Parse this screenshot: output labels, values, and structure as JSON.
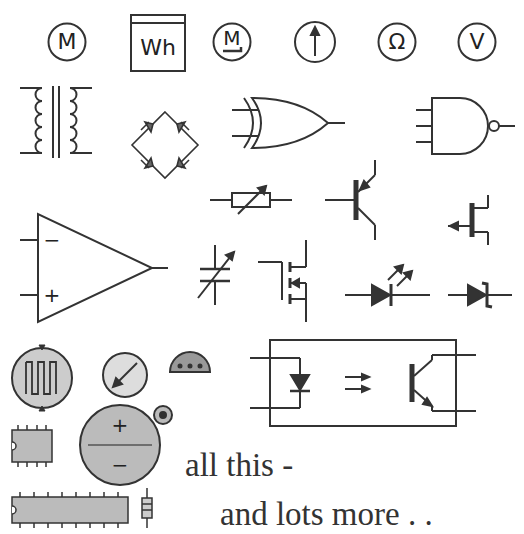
{
  "diagram": {
    "nodes": [
      {
        "text": [
          "M"
        ]
      },
      {
        "text": [
          "Wh"
        ]
      },
      {
        "text": [
          "M"
        ]
      },
      {
        "text": [
          "Ω"
        ]
      },
      {
        "text": [
          "V"
        ]
      },
      {
        "text": [
          "−",
          "+"
        ]
      },
      {
        "text": [
          "+",
          "−"
        ]
      }
    ],
    "labels": [
      "all this -",
      "and lots more . ."
    ]
  }
}
